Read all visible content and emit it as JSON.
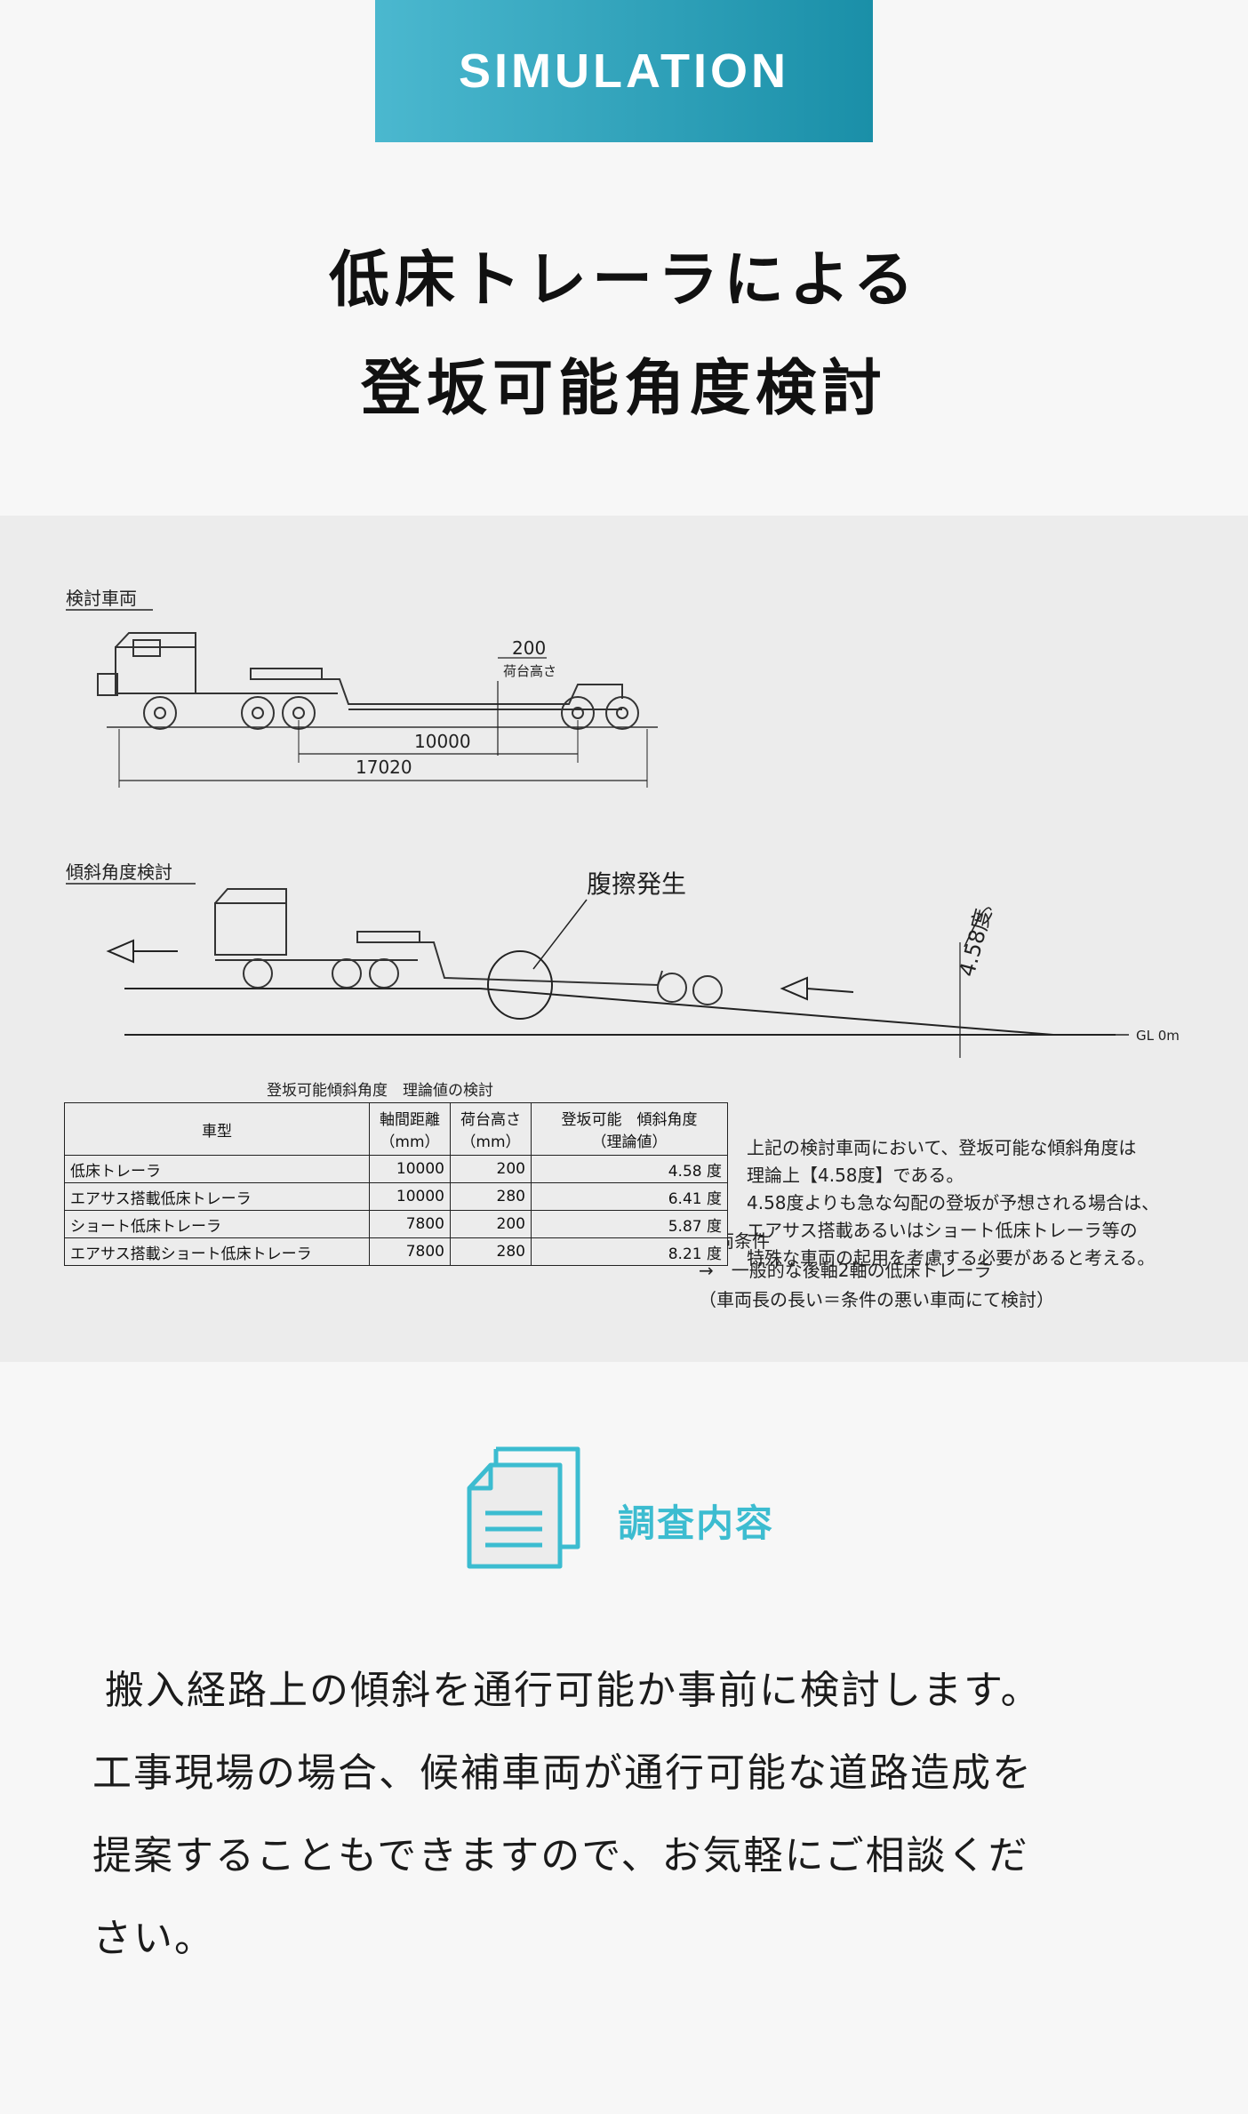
{
  "badge": "SIMULATION",
  "title": {
    "line1": "低床トレーラによる",
    "line2": "登坂可能角度検討"
  },
  "diagram": {
    "vehicle_heading": "検討車両",
    "dim_height_value": "200",
    "dim_height_label": "荷台高さ",
    "dim_wheelbase": "10000",
    "dim_length": "17020",
    "condition_title": "車両条件",
    "condition_line1": "→　一般的な後軸2軸の低床トレーラ",
    "condition_line2": "（車両長の長い＝条件の悪い車両にて検討）",
    "slope_heading": "傾斜角度検討",
    "scrape_label": "腹擦発生",
    "angle_label": "4.58度",
    "ground_label": "GL 0m"
  },
  "table": {
    "caption": "登坂可能傾斜角度　理論値の検討",
    "headers": {
      "type": "車型",
      "wheelbase": "軸間距離",
      "wheelbase_unit": "（mm）",
      "height": "荷台高さ",
      "height_unit": "（mm）",
      "angle": "登坂可能　傾斜角度",
      "angle_note": "（理論値）"
    },
    "rows": [
      {
        "type": "低床トレーラ",
        "wheelbase": "10000",
        "height": "200",
        "angle": "4.58 度"
      },
      {
        "type": "エアサス搭載低床トレーラ",
        "wheelbase": "10000",
        "height": "280",
        "angle": "6.41 度"
      },
      {
        "type": "ショート低床トレーラ",
        "wheelbase": "7800",
        "height": "200",
        "angle": "5.87 度"
      },
      {
        "type": "エアサス搭載ショート低床トレーラ",
        "wheelbase": "7800",
        "height": "280",
        "angle": "8.21 度"
      }
    ]
  },
  "note": [
    "上記の検討車両において、登坂可能な傾斜角度は",
    "理論上【4.58度】である。",
    "4.58度よりも急な勾配の登坂が予想される場合は、",
    "エアサス搭載あるいはショート低床トレーラ等の",
    "特殊な車両の起用を考慮する必要があると考える。"
  ],
  "section": {
    "label": "調査内容",
    "icon": "document-icon"
  },
  "body": [
    "搬入経路上の傾斜を通行可能か事前に検討します。",
    "工事現場の場合、候補車両が通行可能な道路造成を",
    "提案することもできますので、お気軽にご相談くだ",
    "さい。"
  ],
  "colors": {
    "accent": "#3cbcd0",
    "badge_start": "#4bb8cf",
    "badge_end": "#1a8fa8"
  }
}
